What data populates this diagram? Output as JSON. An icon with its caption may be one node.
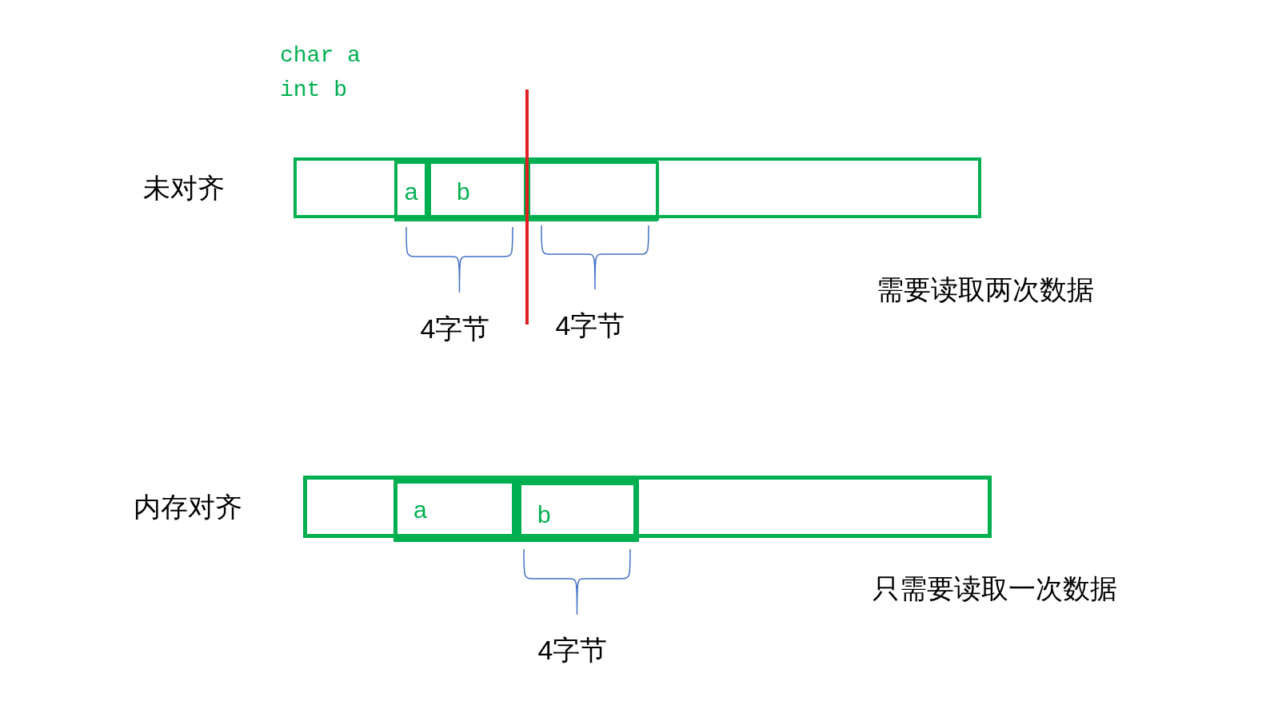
{
  "diagram": {
    "nodes": [
      {
        "text": [],
        "shape": "bar"
      },
      {
        "text": [
          "a"
        ],
        "in": 0
      },
      {
        "text": [
          "b"
        ],
        "in": 0
      },
      {
        "text": [],
        "shape": "box",
        "in": 0
      },
      {
        "text": [],
        "shape": "bar"
      },
      {
        "text": [
          "a"
        ],
        "in": 4
      },
      {
        "text": [
          "b"
        ],
        "in": 4
      }
    ],
    "labels": [
      "char a",
      "int b",
      "未对齐",
      "4字节",
      "4字节",
      "需要读取两次数据",
      "内存对齐",
      "只需要读取一次数据",
      "4字节"
    ]
  }
}
